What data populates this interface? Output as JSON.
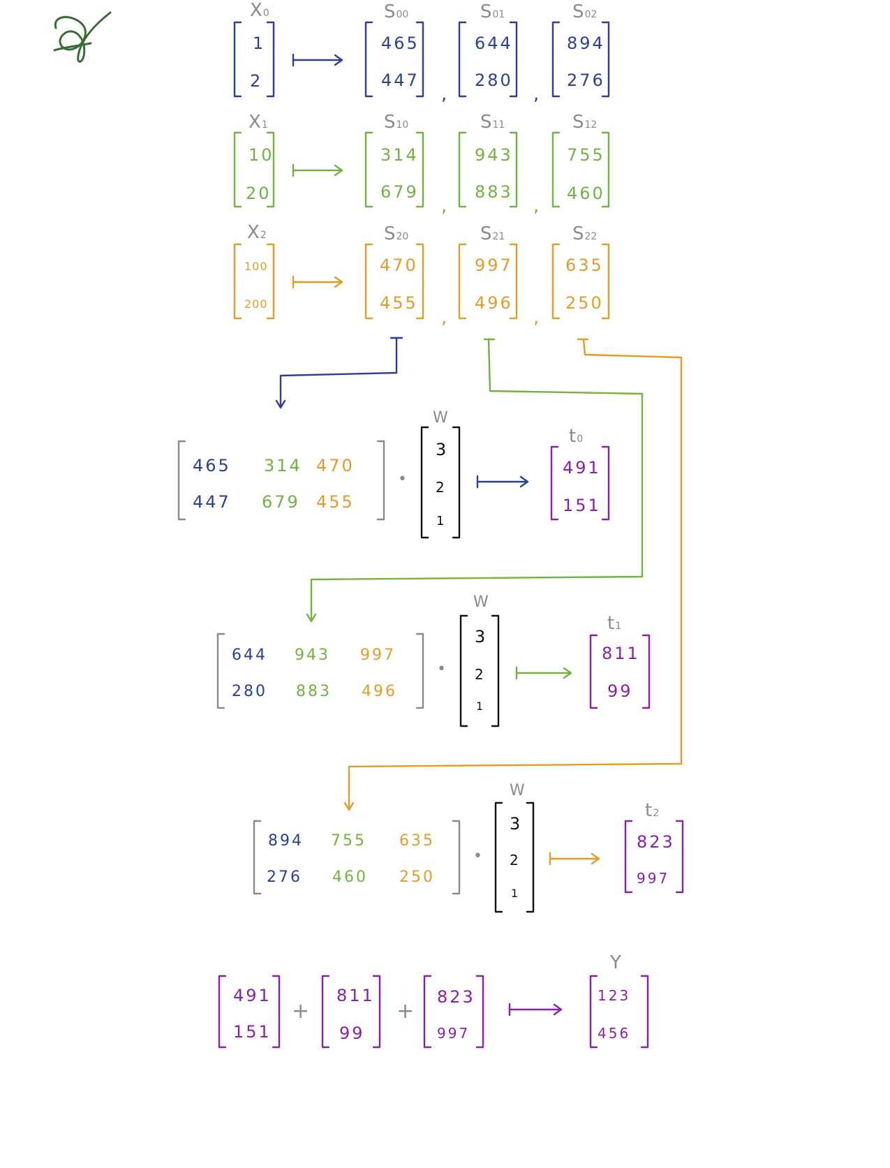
{
  "colors": {
    "blue": "#2b3f98",
    "green": "#74b23f",
    "orange": "#e49b28",
    "purple": "#8a1fae",
    "gray": "#8a8a8a",
    "black": "#111111",
    "logo": "#3a6b35"
  },
  "logo": {
    "icon": "signature-logo-icon"
  },
  "inputs": [
    {
      "symbol": "X",
      "subscript": "0",
      "color": "blue",
      "values": [
        "1",
        "2"
      ]
    },
    {
      "symbol": "X",
      "subscript": "1",
      "color": "green",
      "values": [
        "10",
        "20"
      ]
    },
    {
      "symbol": "X",
      "subscript": "2",
      "color": "orange",
      "values": [
        "100",
        "200"
      ]
    }
  ],
  "s_vectors": [
    [
      {
        "symbol": "S",
        "subscript": "00",
        "values": [
          "465",
          "447"
        ]
      },
      {
        "symbol": "S",
        "subscript": "01",
        "values": [
          "644",
          "280"
        ]
      },
      {
        "symbol": "S",
        "subscript": "02",
        "values": [
          "894",
          "276"
        ]
      }
    ],
    [
      {
        "symbol": "S",
        "subscript": "10",
        "values": [
          "314",
          "679"
        ]
      },
      {
        "symbol": "S",
        "subscript": "11",
        "values": [
          "943",
          "883"
        ]
      },
      {
        "symbol": "S",
        "subscript": "12",
        "values": [
          "755",
          "460"
        ]
      }
    ],
    [
      {
        "symbol": "S",
        "subscript": "20",
        "values": [
          "470",
          "455"
        ]
      },
      {
        "symbol": "S",
        "subscript": "21",
        "values": [
          "997",
          "496"
        ]
      },
      {
        "symbol": "S",
        "subscript": "22",
        "values": [
          "635",
          "250"
        ]
      }
    ]
  ],
  "separator": ",",
  "dot_operator": "•",
  "plus_operator": "+",
  "products": [
    {
      "matrix": [
        [
          "465",
          "314",
          "470"
        ],
        [
          "447",
          "679",
          "455"
        ]
      ],
      "w_label": "W",
      "w_values": [
        "3",
        "2",
        "1"
      ],
      "result_symbol": "t",
      "result_subscript": "0",
      "result_values": [
        "491",
        "151"
      ]
    },
    {
      "matrix": [
        [
          "644",
          "943",
          "997"
        ],
        [
          "280",
          "883",
          "496"
        ]
      ],
      "w_label": "W",
      "w_values": [
        "3",
        "2",
        "1"
      ],
      "result_symbol": "t",
      "result_subscript": "1",
      "result_values": [
        "811",
        "99"
      ]
    },
    {
      "matrix": [
        [
          "894",
          "755",
          "635"
        ],
        [
          "276",
          "460",
          "250"
        ]
      ],
      "w_label": "W",
      "w_values": [
        "3",
        "2",
        "1"
      ],
      "result_symbol": "t",
      "result_subscript": "2",
      "result_values": [
        "823",
        "997"
      ]
    }
  ],
  "sum": {
    "terms": [
      [
        "491",
        "151"
      ],
      [
        "811",
        "99"
      ],
      [
        "823",
        "997"
      ]
    ],
    "result_symbol": "Y",
    "result_values": [
      "123",
      "456"
    ]
  }
}
